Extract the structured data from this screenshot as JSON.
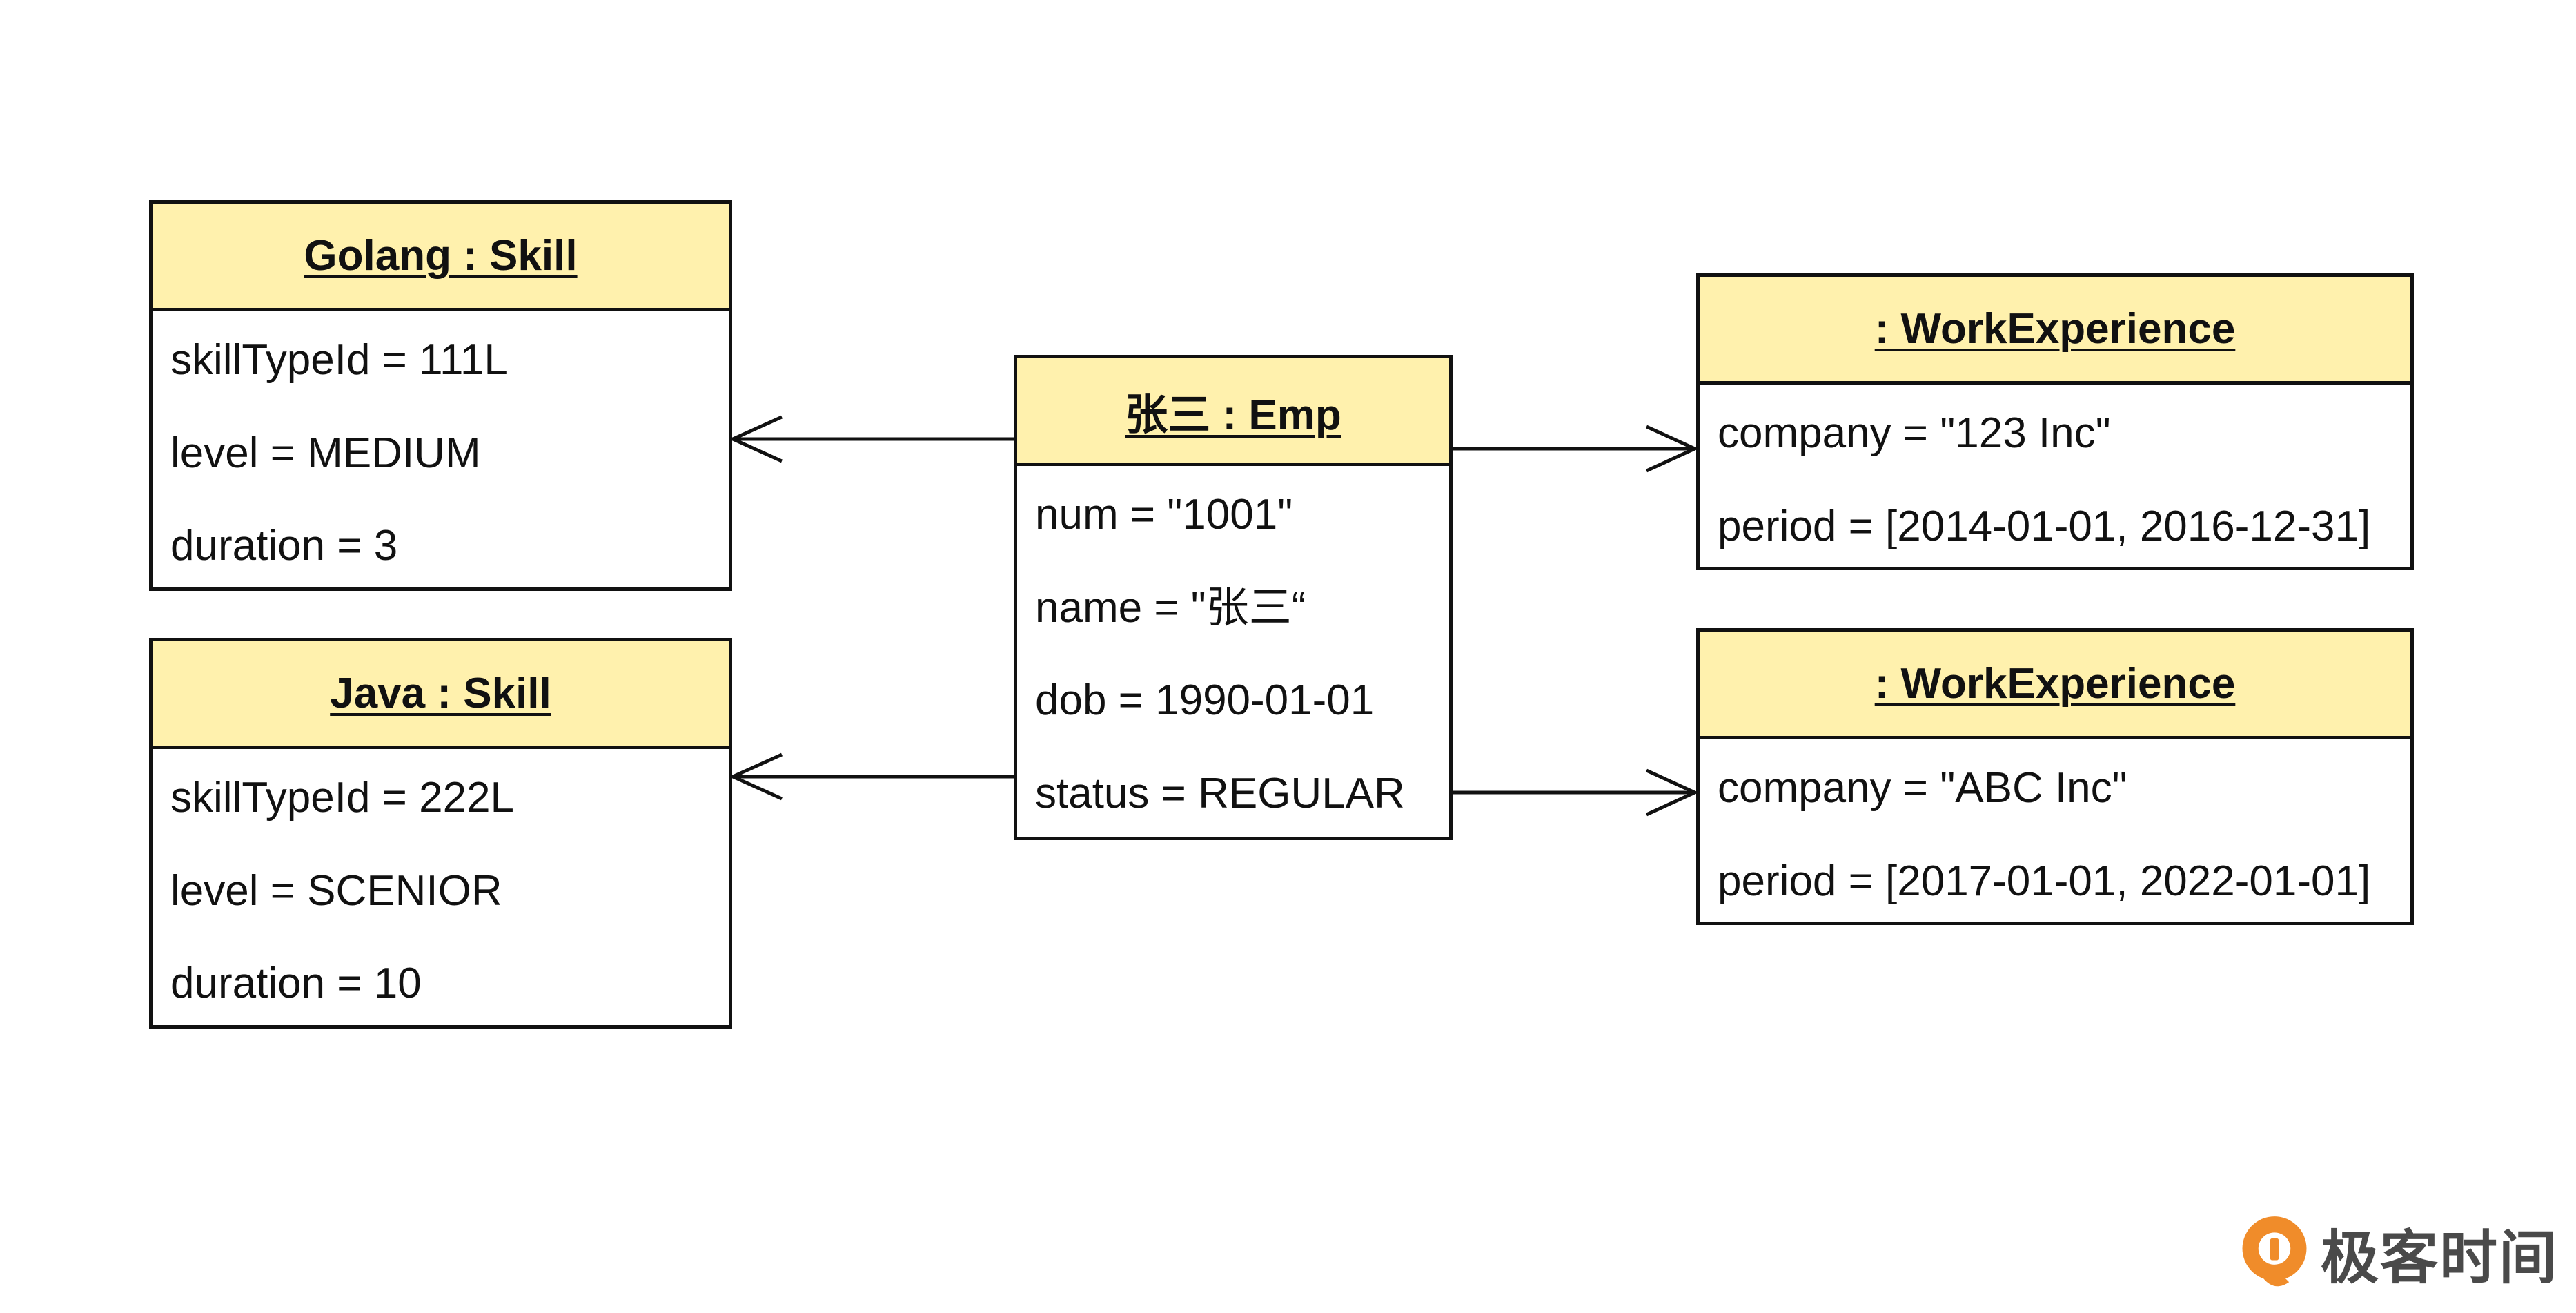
{
  "diagram": {
    "objects": [
      {
        "id": "skill-golang",
        "title": "Golang : Skill",
        "attributes": [
          "skillTypeId = 111L",
          "level = MEDIUM",
          "duration = 3"
        ]
      },
      {
        "id": "skill-java",
        "title": "Java : Skill",
        "attributes": [
          "skillTypeId = 222L",
          "level = SCENIOR",
          "duration = 10"
        ]
      },
      {
        "id": "emp",
        "title": "张三 : Emp",
        "attributes": [
          "num = \"1001\"",
          "name = \"张三“",
          "dob = 1990-01-01",
          "status = REGULAR"
        ]
      },
      {
        "id": "work-1",
        "title": ": WorkExperience",
        "attributes": [
          "company = \"123 Inc\"",
          "period = [2014-01-01, 2016-12-31]"
        ]
      },
      {
        "id": "work-2",
        "title": ": WorkExperience",
        "attributes": [
          "company = \"ABC Inc\"",
          "period = [2017-01-01, 2022-01-01]"
        ]
      }
    ],
    "associations": [
      {
        "from": "emp",
        "to": "skill-golang",
        "arrow": "open"
      },
      {
        "from": "emp",
        "to": "skill-java",
        "arrow": "open"
      },
      {
        "from": "emp",
        "to": "work-1",
        "arrow": "open"
      },
      {
        "from": "emp",
        "to": "work-2",
        "arrow": "open"
      }
    ]
  },
  "colors": {
    "header_fill": "#fff1ad",
    "border": "#111111",
    "brand_orange": "#f08c2a",
    "brand_text": "#4a4a4a"
  },
  "brand": {
    "logo_icon": "geektime-logo",
    "text": "极客时间"
  }
}
